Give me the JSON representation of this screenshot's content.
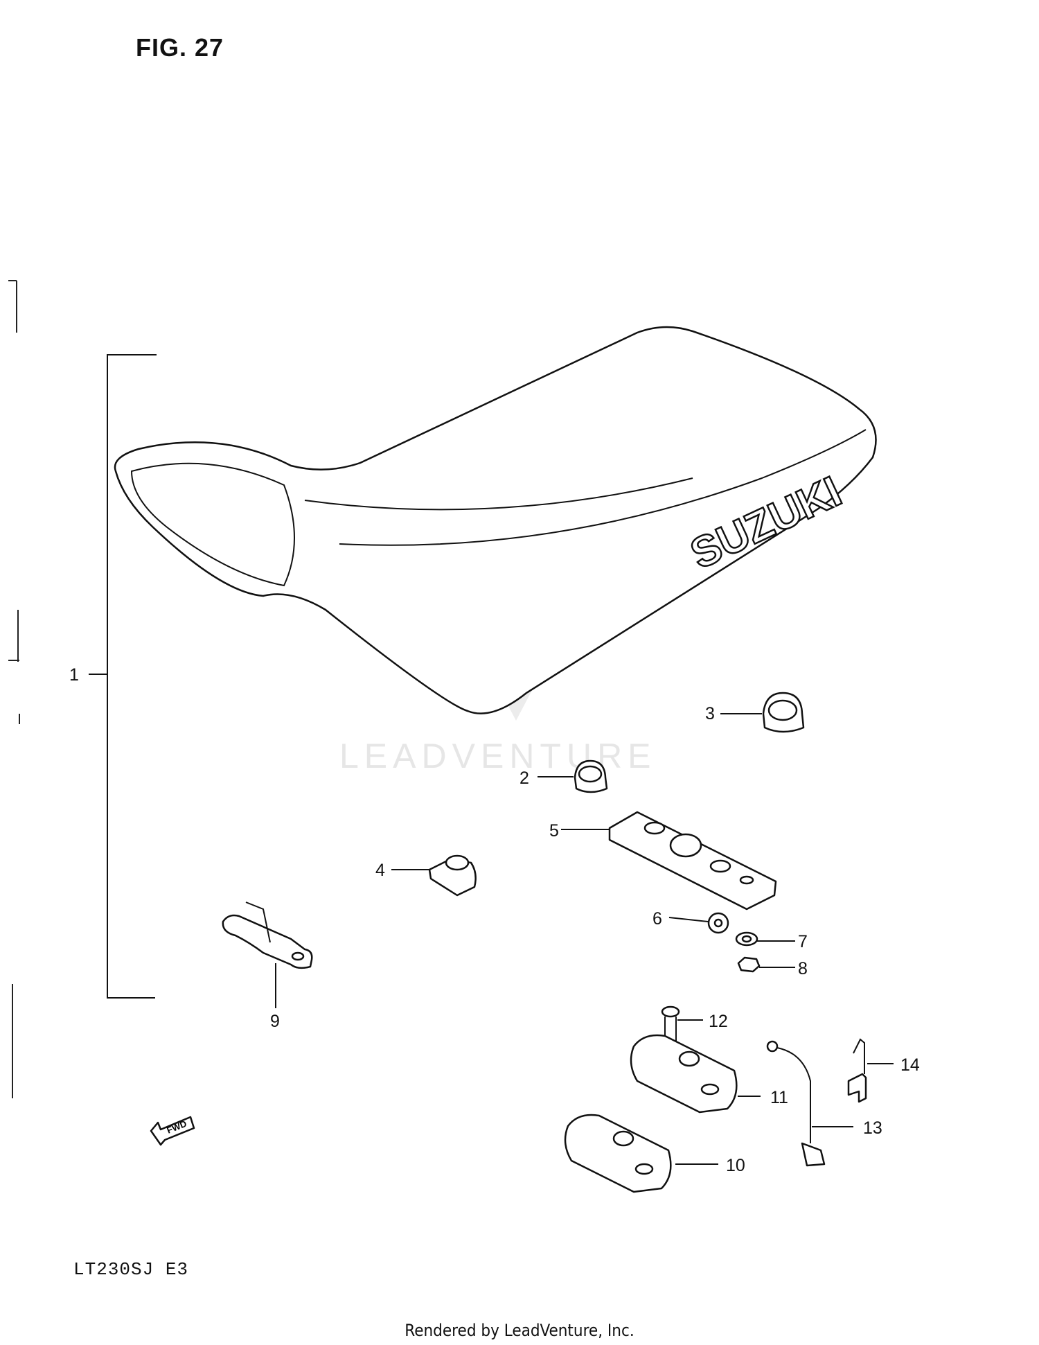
{
  "figure": {
    "title": "FIG. 27",
    "model_code": "LT230SJ  E3",
    "footer": "Rendered by LeadVenture, Inc.",
    "watermark": "LEADVENTURE",
    "seat_brand_text": "SUZUKI",
    "direction_label": "FWD"
  },
  "callouts": [
    {
      "num": "1"
    },
    {
      "num": "2"
    },
    {
      "num": "3"
    },
    {
      "num": "4"
    },
    {
      "num": "5"
    },
    {
      "num": "6"
    },
    {
      "num": "7"
    },
    {
      "num": "8"
    },
    {
      "num": "9"
    },
    {
      "num": "10"
    },
    {
      "num": "11"
    },
    {
      "num": "12"
    },
    {
      "num": "13"
    },
    {
      "num": "14"
    }
  ]
}
